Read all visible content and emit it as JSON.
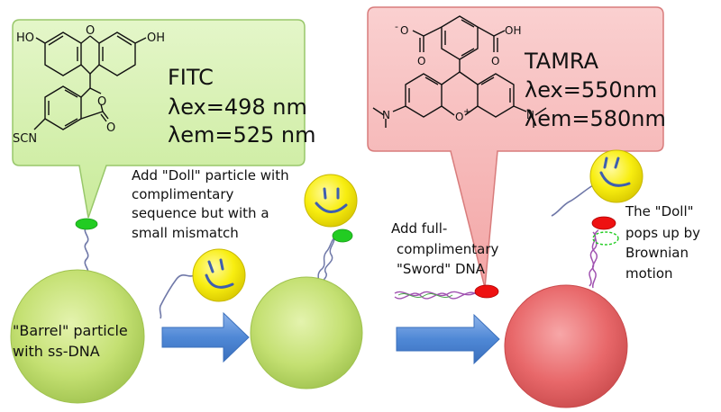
{
  "fitc": {
    "name": "FITC",
    "excitation": "λex=498 nm",
    "emission": "λem=525 nm",
    "structure_labels": {
      "ho": "HO",
      "oh": "OH",
      "ring_o": "O",
      "ester_o": "O",
      "carbonyl_o": "O",
      "scn": "SCN"
    }
  },
  "tamra": {
    "name": "TAMRA",
    "excitation": "λex=550nm",
    "emission": "λem=580nm",
    "structure_labels": {
      "carboxylate": "O",
      "minus": "-",
      "acid_o": "O",
      "acid_oh": "OH",
      "acid_o2": "O",
      "n_left": "N",
      "n_right": "N",
      "ring_o_plus": "O",
      "plus": "+"
    }
  },
  "steps": {
    "add_doll": [
      "Add \"Doll\" particle with",
      "complimentary",
      "sequence but with a",
      "small mismatch"
    ],
    "add_sword": [
      "Add full-",
      "complimentary",
      "\"Sword\" DNA"
    ],
    "doll_pops": [
      "The \"Doll\"",
      "pops up by",
      "Brownian",
      "motion"
    ]
  },
  "barrel_label": [
    "\"Barrel\" particle",
    "with ss-DNA"
  ],
  "colors": {
    "fitc_callout": "#d9f2b8",
    "tamra_callout": "#f6baba",
    "barrel_green": "#c2e070",
    "barrel_red": "#e9686a",
    "doll_yellow": "#f8f000",
    "fitc_dye": "#22cc22",
    "tamra_dye": "#ee1111",
    "arrow_blue": "#4a86d8",
    "dna_strand": "#6f78a8"
  }
}
